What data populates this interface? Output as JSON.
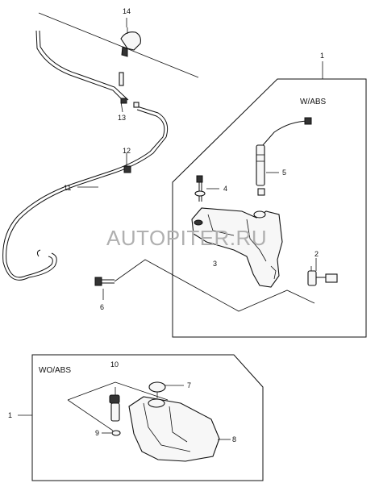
{
  "watermark": "AUTOPITER.RU",
  "box_with_abs": {
    "title": "W/ABS",
    "callout": "1"
  },
  "box_without_abs": {
    "title": "WO/ABS",
    "callout": "1"
  },
  "callouts": {
    "c14": "14",
    "c13": "13",
    "c12": "12",
    "c11": "11",
    "c6": "6",
    "c4": "4",
    "c5": "5",
    "c3": "3",
    "c2": "2",
    "c10": "10",
    "c9": "9",
    "c7": "7",
    "c8": "8"
  }
}
